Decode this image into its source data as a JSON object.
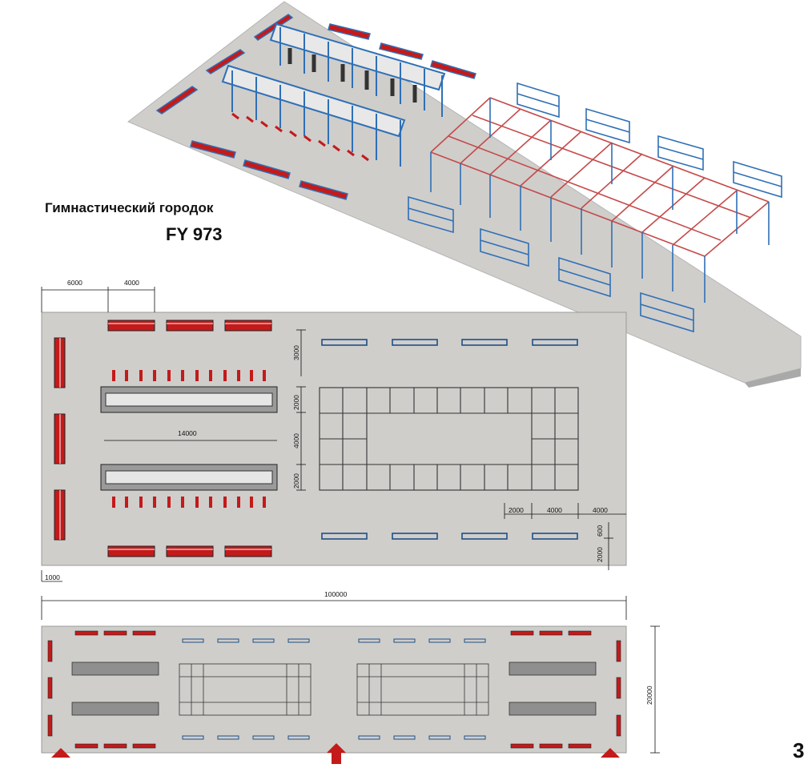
{
  "title": "Гимнастический городок",
  "model_code": "FY 973",
  "page_number": "3",
  "plan_dimensions": {
    "top_offset": "6000",
    "top_bench": "4000",
    "right_spacing": "3000",
    "rig_depth_1": "2000",
    "rig_gap": "4000",
    "rig_depth_2": "2000",
    "rig_length": "14000",
    "left_margin": "1000",
    "bottom_a": "2000",
    "bottom_b": "4000",
    "bottom_c": "4000",
    "right_a": "600",
    "right_b": "2000",
    "total_length": "100000"
  },
  "overall_dimensions": {
    "width": "20000"
  },
  "colors": {
    "ground": "#cfcecb",
    "frame_blue": "#2f6fb6",
    "bench_red": "#c41a1a",
    "grid_line": "#333333"
  }
}
